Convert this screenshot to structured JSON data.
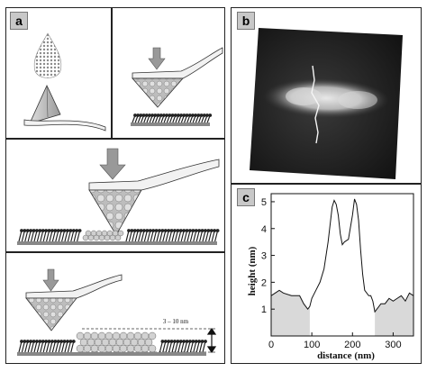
{
  "panels": {
    "a": {
      "label": "a",
      "scale_text": "3 – 10 nm"
    },
    "b": {
      "label": "b"
    },
    "c": {
      "label": "c"
    }
  },
  "chart_data": {
    "type": "area",
    "xlabel": "distance (nm)",
    "ylabel": "height (nm)",
    "xlim": [
      0,
      350
    ],
    "ylim": [
      0,
      5.3
    ],
    "xticks": [
      0,
      100,
      200,
      300
    ],
    "yticks": [
      1,
      2,
      3,
      4,
      5
    ],
    "fill_color": "#d9d9d9",
    "line_color": "#111111",
    "x": [
      0,
      10,
      20,
      30,
      50,
      70,
      80,
      90,
      95,
      100,
      110,
      120,
      130,
      140,
      150,
      155,
      160,
      165,
      170,
      175,
      180,
      190,
      200,
      205,
      210,
      215,
      220,
      225,
      230,
      240,
      245,
      250,
      255,
      260,
      270,
      280,
      290,
      300,
      310,
      320,
      330,
      340,
      350
    ],
    "y": [
      1.5,
      1.6,
      1.7,
      1.6,
      1.5,
      1.5,
      1.2,
      1.0,
      1.1,
      1.4,
      1.7,
      2.0,
      2.5,
      3.5,
      4.8,
      5.05,
      4.9,
      4.5,
      3.8,
      3.4,
      3.5,
      3.6,
      4.5,
      5.1,
      4.9,
      4.3,
      3.2,
      2.3,
      1.7,
      1.5,
      1.5,
      1.3,
      0.9,
      1.0,
      1.2,
      1.2,
      1.4,
      1.3,
      1.4,
      1.5,
      1.3,
      1.6,
      1.5
    ]
  }
}
